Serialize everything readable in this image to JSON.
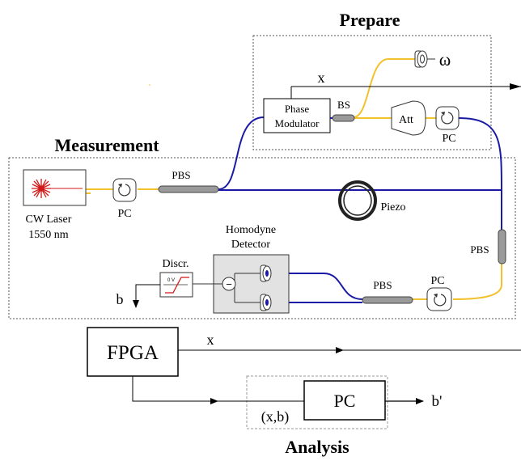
{
  "sections": {
    "prepare": "Prepare",
    "measurement": "Measurement",
    "analysis": "Analysis"
  },
  "components": {
    "phase_modulator_line1": "Phase",
    "phase_modulator_line2": "Modulator",
    "bs": "BS",
    "att": "Att",
    "pc_prepare": "PC",
    "omega": "ω",
    "x_prepare": "x",
    "pbs_top": "PBS",
    "cw_laser_line1": "CW Laser",
    "cw_laser_line2": "1550 nm",
    "pc_laser": "PC",
    "piezo": "Piezo",
    "pbs_right": "PBS",
    "homodyne_line1": "Homodyne",
    "homodyne_line2": "Detector",
    "discr": "Discr.",
    "discr_voltage": "0 V",
    "pbs_bottom": "PBS",
    "pc_bottom": "PC",
    "minus_sign": "−",
    "b": "b",
    "fpga": "FPGA",
    "x_fpga": "x",
    "xb": "(x,b)",
    "pc_analysis": "PC",
    "b_prime": "b'"
  },
  "colors": {
    "fiber_blue": "#1a1aa6",
    "fiber_yellow": "#f2c12e",
    "laser_red": "#d01818",
    "box_border": "#555555",
    "analysis_border": "#999999",
    "detector_fill": "#e2e2e2",
    "splitter_fill": "#9a9a9a"
  },
  "icons": {
    "laser": "laser-starburst-icon",
    "polarization_controller": "circular-arrow-icon",
    "fiber_coil": "fiber-coil-icon",
    "photodiode": "photodiode-icon",
    "discriminator": "step-function-icon"
  }
}
